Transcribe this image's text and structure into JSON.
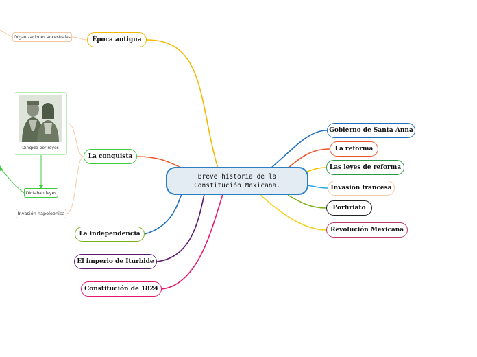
{
  "central": {
    "text": "Breve historia de la\nConstitución Mexicana."
  },
  "topics": {
    "epoca_antigua": "Época antigua",
    "la_conquista": "La conquista",
    "la_independencia": "La independencia",
    "imperio_iturbide": "El imperio de Iturbide",
    "constitucion_1824": "Constitución de 1824",
    "santa_anna": "Gobierno de Santa Anna",
    "la_reforma": "La reforma",
    "leyes_reforma": "Las leyes de reforma",
    "invasion_francesa": "Invasión francesa",
    "porfiriato": "Porfiriato",
    "revolucion": "Revolución Mexicana"
  },
  "subtopics": {
    "organizaciones": "Organizaciones ancestrales",
    "dirigido": "Dirigido por reyes",
    "dictaban": "Dictaban leyes",
    "napoleonica": "Invasión napoleonica"
  },
  "colors": {
    "central_border": "#2a7fc4",
    "epoca_antigua": "#f5b800",
    "la_conquista": "#e8562a",
    "la_independencia": "#1f6fbf",
    "imperio_iturbide": "#5a1a6e",
    "constitucion_1824": "#e6196e",
    "santa_anna": "#1f6fbf",
    "la_reforma": "#e8562a",
    "leyes_reforma": "#f5c400",
    "invasion_francesa": "#2aa6e0",
    "porfiriato": "#7ab317",
    "revolucion": "#f2d21c",
    "sub_green": "#3ecb3e",
    "sub_orange": "#f3c9a3",
    "independencia_border": "#7ab317",
    "imperio_border": "#5a1a6e",
    "c1824_border": "#e6196e",
    "santa_anna_border": "#1f6fbf",
    "reforma_border": "#e8562a",
    "leyes_border": "#2a9a4a",
    "invasion_border": "#f3c9a3",
    "porfiriato_border": "#222222",
    "revolucion_border": "#c0396b"
  },
  "image": {
    "subject": "portrait-of-monarchs"
  }
}
